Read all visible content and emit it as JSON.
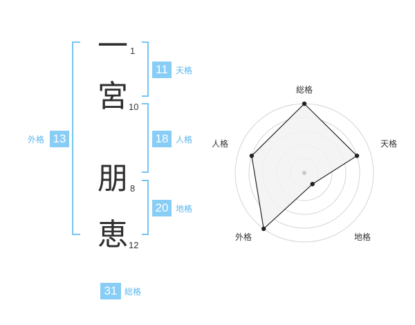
{
  "name": {
    "characters": [
      {
        "char": "一",
        "strokes": "1"
      },
      {
        "char": "宮",
        "strokes": "10"
      },
      {
        "char": "朋",
        "strokes": "8"
      },
      {
        "char": "恵",
        "strokes": "12"
      }
    ]
  },
  "fortune": {
    "tenkaku": {
      "value": "11",
      "label": "天格"
    },
    "jinkaku": {
      "value": "18",
      "label": "人格"
    },
    "chikaku": {
      "value": "20",
      "label": "地格"
    },
    "gaikaku": {
      "value": "13",
      "label": "外格"
    },
    "soukaku": {
      "value": "31",
      "label": "総格"
    }
  },
  "radar": {
    "axes": [
      "総格",
      "天格",
      "地格",
      "外格",
      "人格"
    ],
    "levels": 5,
    "values": [
      5,
      4,
      1,
      5,
      4
    ],
    "colors": {
      "fill": "#f2f2f2",
      "stroke": "#222222",
      "ring": "#d4d4d4",
      "center": "#c8c8c8"
    }
  }
}
